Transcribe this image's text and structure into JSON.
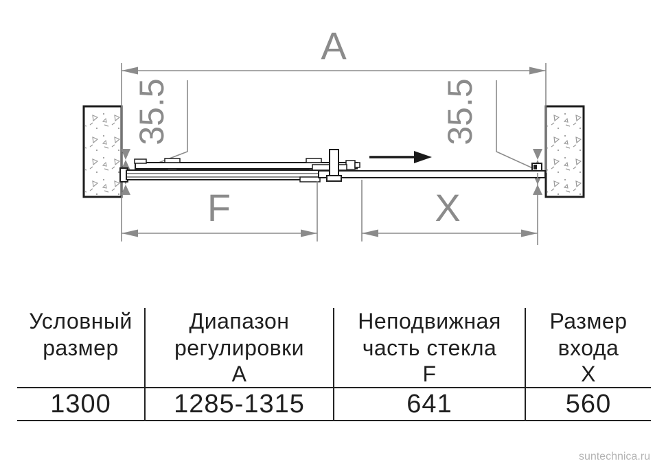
{
  "diagram": {
    "dim_a_label": "A",
    "dim_f_label": "F",
    "dim_x_label": "X",
    "offset_left_label": "35.5",
    "offset_right_label": "35.5",
    "icons": {
      "slide_direction": "arrow-right"
    }
  },
  "colors": {
    "dimension_gray": "#8b8b8b",
    "drawing_black": "#1d1d1d",
    "table_text": "#1f1f1f",
    "watermark": "#b3b3b3"
  },
  "table": {
    "headers": [
      "Условный\nразмер",
      "Диапазон\nрегулировки\nА",
      "Неподвижная\nчасть стекла\nF",
      "Размер\nвхода\nХ"
    ],
    "values": [
      "1300",
      "1285-1315",
      "641",
      "560"
    ]
  },
  "watermark": "suntechnica.ru"
}
